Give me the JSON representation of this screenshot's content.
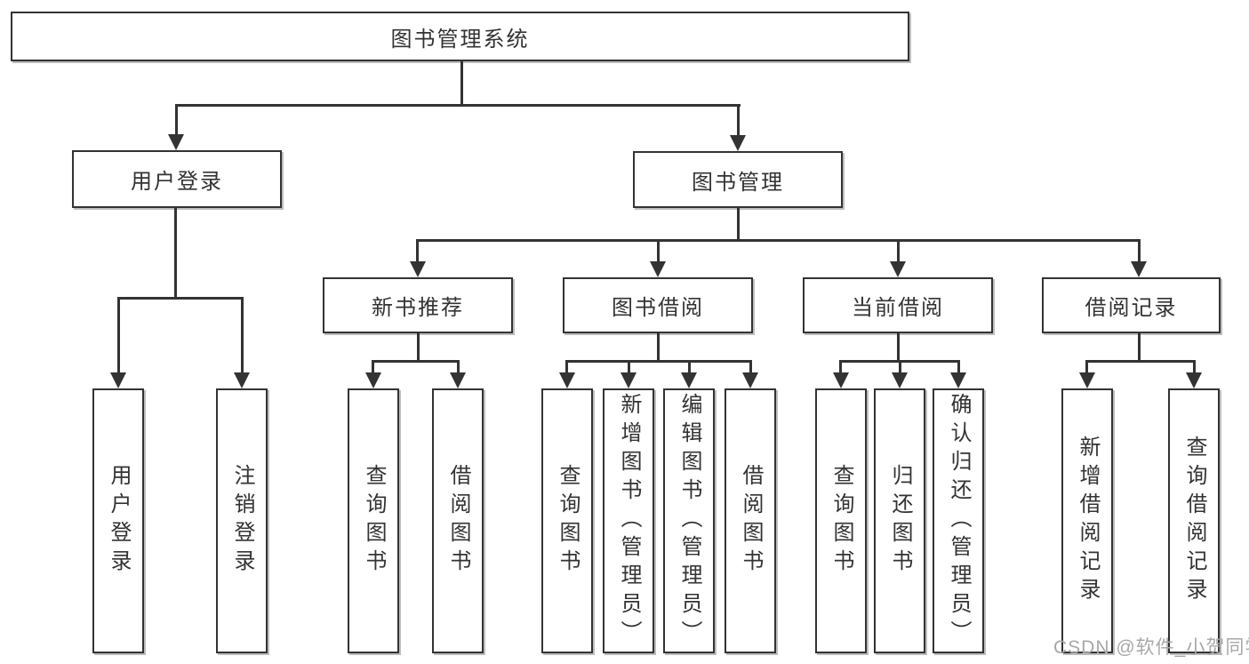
{
  "diagram_type": "hierarchy-tree",
  "tree": {
    "root": "图书管理系统",
    "branches": [
      {
        "label": "用户登录",
        "children": [
          "用户登录",
          "注销登录"
        ]
      },
      {
        "label": "图书管理",
        "children": [
          {
            "label": "新书推荐",
            "children": [
              "查询图书",
              "借阅图书"
            ]
          },
          {
            "label": "图书借阅",
            "children": [
              "查询图书",
              "新增图书（管理员）",
              "编辑图书（管理员）",
              "借阅图书"
            ]
          },
          {
            "label": "当前借阅",
            "children": [
              "查询图书",
              "归还图书",
              "确认归还（管理员）"
            ]
          },
          {
            "label": "借阅记录",
            "children": [
              "新增借阅记录",
              "查询借阅记录"
            ]
          }
        ]
      }
    ]
  },
  "watermark": {
    "text": "CSDN @软件_小贺同学",
    "color": "#a8a8a8"
  },
  "colors": {
    "line": "#333333",
    "box_border": "#333333",
    "box_fill": "#ffffff",
    "box_shadow": "#bdbdbd",
    "text": "#333333",
    "background": "#ffffff"
  }
}
